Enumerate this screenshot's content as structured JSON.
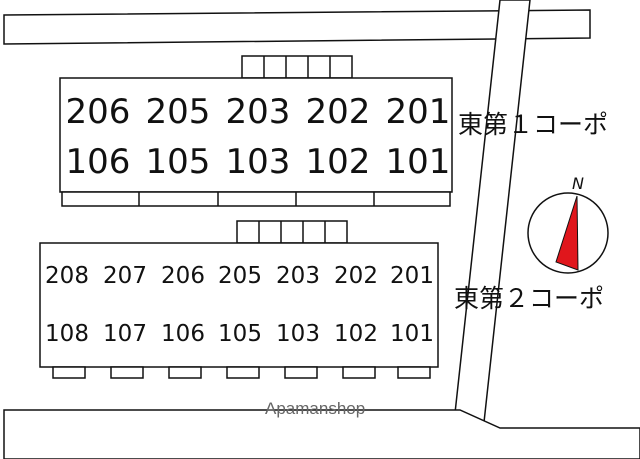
{
  "buildings": {
    "b1": {
      "name": "東第１コーポ",
      "upper_units": [
        "206",
        "205",
        "203",
        "202",
        "201"
      ],
      "lower_units": [
        "106",
        "105",
        "103",
        "102",
        "101"
      ]
    },
    "b2": {
      "name": "東第２コーポ",
      "upper_units": [
        "208",
        "207",
        "206",
        "205",
        "203",
        "202",
        "201"
      ],
      "lower_units": [
        "108",
        "107",
        "106",
        "105",
        "103",
        "102",
        "101"
      ]
    }
  },
  "compass": {
    "label": "N"
  },
  "watermark": "Apamanshop",
  "colors": {
    "line": "#111111",
    "needle": "#e0161c",
    "watermark": "#666666"
  }
}
